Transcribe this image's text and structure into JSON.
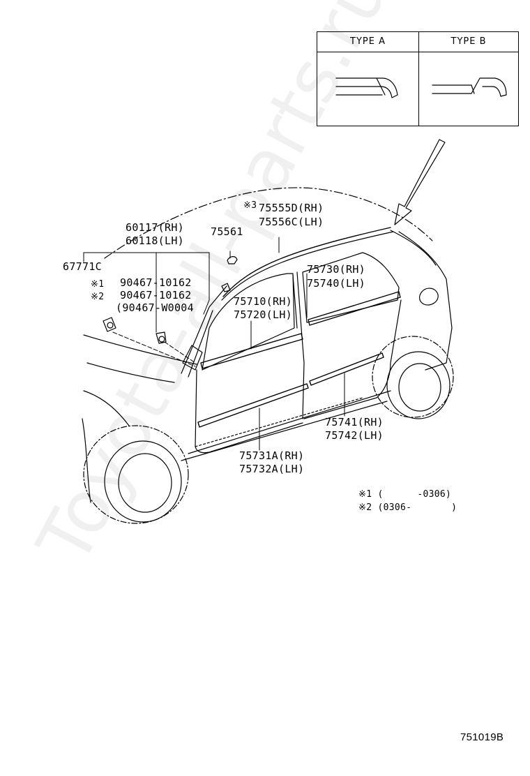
{
  "type_table": {
    "type_a": "TYPE A",
    "type_b": "TYPE B"
  },
  "labels": {
    "note3_mark": "※3",
    "p75555d": "75555D(RH)",
    "p75556c": "75556C(LH)",
    "p60117": "60117(RH)",
    "p60118": "60118(LH)",
    "p75561": "75561",
    "p67771c": "67771C",
    "mark1": "※1",
    "mark2": "※2",
    "p90467_1": "90467-10162",
    "p90467_2": "90467-10162",
    "p90467_3": "(90467-W0004",
    "p75730": "75730(RH)",
    "p75740": "75740(LH)",
    "p75710": "75710(RH)",
    "p75720": "75720(LH)",
    "p75741": "75741(RH)",
    "p75742": "75742(LH)",
    "p75731a": "75731A(RH)",
    "p75732a": "75732A(LH)"
  },
  "notes": {
    "note1": "※1 (      -0306)",
    "note2": "※2 (0306-       )"
  },
  "watermark": "Toyota-all-parts.ru",
  "diagram_code": "751019B"
}
